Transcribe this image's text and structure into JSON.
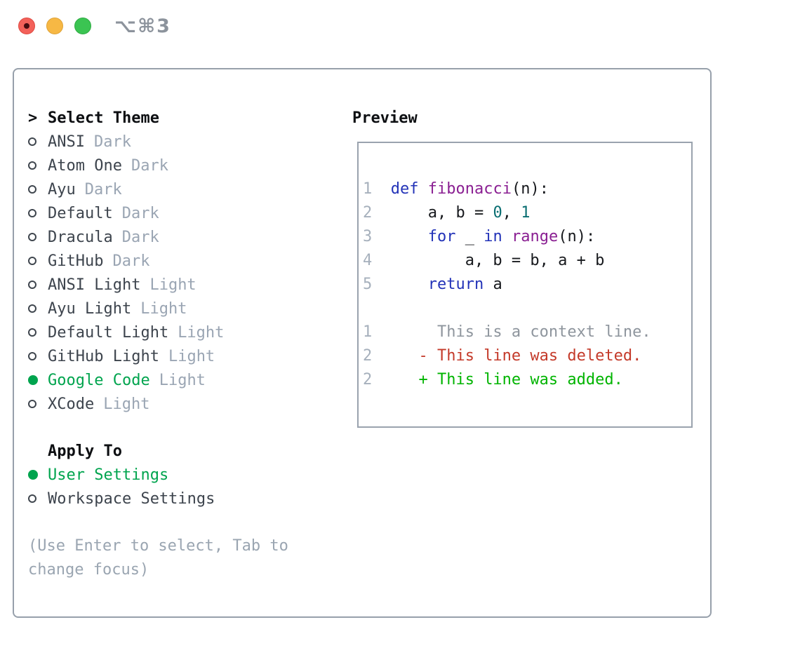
{
  "window": {
    "shortcut": "⌥⌘3",
    "traffic_colors": {
      "close": "#f3615a",
      "minimize": "#f7b844",
      "zoom": "#3bc452"
    }
  },
  "theme_panel": {
    "header_marker": ">",
    "header": "Select Theme",
    "themes": [
      {
        "name": "ANSI",
        "variant": "Dark",
        "selected": false
      },
      {
        "name": "Atom One",
        "variant": "Dark",
        "selected": false
      },
      {
        "name": "Ayu",
        "variant": "Dark",
        "selected": false
      },
      {
        "name": "Default",
        "variant": "Dark",
        "selected": false
      },
      {
        "name": "Dracula",
        "variant": "Dark",
        "selected": false
      },
      {
        "name": "GitHub",
        "variant": "Dark",
        "selected": false
      },
      {
        "name": "ANSI Light",
        "variant": "Light",
        "selected": false
      },
      {
        "name": "Ayu Light",
        "variant": "Light",
        "selected": false
      },
      {
        "name": "Default Light",
        "variant": "Light",
        "selected": false
      },
      {
        "name": "GitHub Light",
        "variant": "Light",
        "selected": false
      },
      {
        "name": "Google Code",
        "variant": "Light",
        "selected": true
      },
      {
        "name": "XCode",
        "variant": "Light",
        "selected": false
      }
    ],
    "apply_to": {
      "header": "Apply To",
      "options": [
        {
          "label": "User Settings",
          "selected": true
        },
        {
          "label": "Workspace Settings",
          "selected": false
        }
      ]
    },
    "help": "(Use Enter to select, Tab to\nchange focus)"
  },
  "preview": {
    "title": "Preview",
    "token_colors": {
      "ln": "#a6b0bc",
      "plain": "#17191d",
      "kwd": "#2333b8",
      "typ": "#8a1f92",
      "lit": "#0a6e72",
      "ctx": "#8e959d",
      "del": "#c43a2a",
      "add": "#00b400"
    },
    "lines": [
      {
        "name": "code-line-1",
        "tokens": [
          {
            "t": "1",
            "c": "ln"
          },
          {
            "t": "  ",
            "c": "plain"
          },
          {
            "t": "def",
            "c": "kwd"
          },
          {
            "t": " ",
            "c": "plain"
          },
          {
            "t": "fibonacci",
            "c": "typ"
          },
          {
            "t": "(n):",
            "c": "plain"
          }
        ]
      },
      {
        "name": "code-line-2",
        "tokens": [
          {
            "t": "2",
            "c": "ln"
          },
          {
            "t": "      a, b = ",
            "c": "plain"
          },
          {
            "t": "0",
            "c": "lit"
          },
          {
            "t": ", ",
            "c": "plain"
          },
          {
            "t": "1",
            "c": "lit"
          }
        ]
      },
      {
        "name": "code-line-3",
        "tokens": [
          {
            "t": "3",
            "c": "ln"
          },
          {
            "t": "      ",
            "c": "plain"
          },
          {
            "t": "for",
            "c": "kwd"
          },
          {
            "t": " _ ",
            "c": "plain"
          },
          {
            "t": "in",
            "c": "kwd"
          },
          {
            "t": " ",
            "c": "plain"
          },
          {
            "t": "range",
            "c": "typ"
          },
          {
            "t": "(n):",
            "c": "plain"
          }
        ]
      },
      {
        "name": "code-line-4",
        "tokens": [
          {
            "t": "4",
            "c": "ln"
          },
          {
            "t": "          a, b = b, a + b",
            "c": "plain"
          }
        ]
      },
      {
        "name": "code-line-5",
        "tokens": [
          {
            "t": "5",
            "c": "ln"
          },
          {
            "t": "      ",
            "c": "plain"
          },
          {
            "t": "return",
            "c": "kwd"
          },
          {
            "t": " a",
            "c": "plain"
          }
        ]
      },
      {
        "name": "code-line-blank",
        "tokens": [
          {
            "t": " ",
            "c": "plain"
          }
        ]
      },
      {
        "name": "diff-context-line",
        "tokens": [
          {
            "t": "1",
            "c": "ln"
          },
          {
            "t": "       This is a context line.",
            "c": "ctx"
          }
        ]
      },
      {
        "name": "diff-deleted-line",
        "tokens": [
          {
            "t": "2",
            "c": "ln"
          },
          {
            "t": "     - This line was deleted.",
            "c": "del"
          }
        ]
      },
      {
        "name": "diff-added-line",
        "tokens": [
          {
            "t": "2",
            "c": "ln"
          },
          {
            "t": "     + This line was added.",
            "c": "add"
          }
        ]
      }
    ]
  }
}
